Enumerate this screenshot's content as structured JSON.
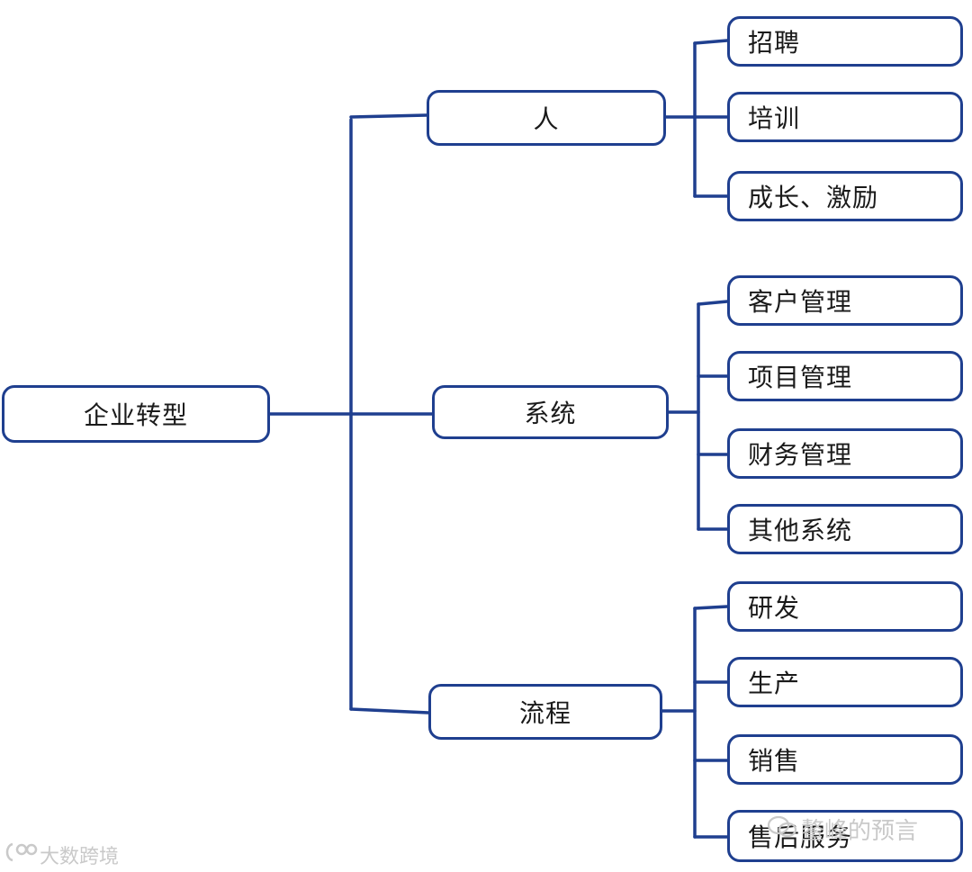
{
  "diagram": {
    "root": {
      "label": "企业转型"
    },
    "branches": [
      {
        "label": "人",
        "children": [
          "招聘",
          "培训",
          "成长、激励"
        ]
      },
      {
        "label": "系统",
        "children": [
          "客户管理",
          "项目管理",
          "财务管理",
          "其他系统"
        ]
      },
      {
        "label": "流程",
        "children": [
          "研发",
          "生产",
          "销售",
          "售后服务"
        ]
      }
    ]
  },
  "watermarks": {
    "left": "大数跨境",
    "right": "鳌峰的预言"
  },
  "colors": {
    "line": "#1f3f8f",
    "text": "#1a1a1a",
    "watermark": "#c9c9c9"
  }
}
